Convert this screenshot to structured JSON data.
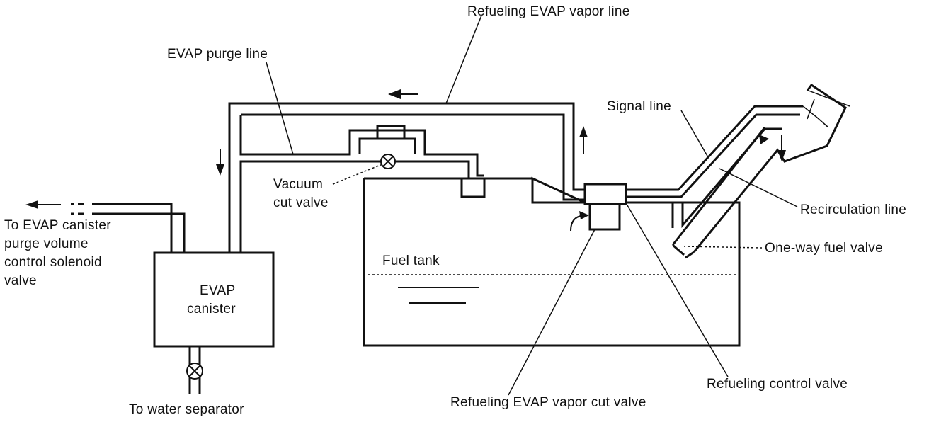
{
  "labels": {
    "refueling_evap_vapor_line": "Refueling EVAP vapor line",
    "evap_purge_line": "EVAP purge line",
    "signal_line": "Signal line",
    "vacuum_cut_valve": [
      "Vacuum",
      "cut valve"
    ],
    "to_evap_canister_purge": [
      "To EVAP canister",
      "purge volume",
      "control solenoid",
      "valve"
    ],
    "evap_canister": [
      "EVAP",
      "canister"
    ],
    "fuel_tank": "Fuel tank",
    "recirculation_line": "Recirculation line",
    "one_way_fuel_valve": "One-way fuel valve",
    "refueling_control_valve": "Refueling control valve",
    "refueling_evap_vapor_cut_valve": "Refueling EVAP vapor cut valve",
    "to_water_separator": "To water separator"
  }
}
